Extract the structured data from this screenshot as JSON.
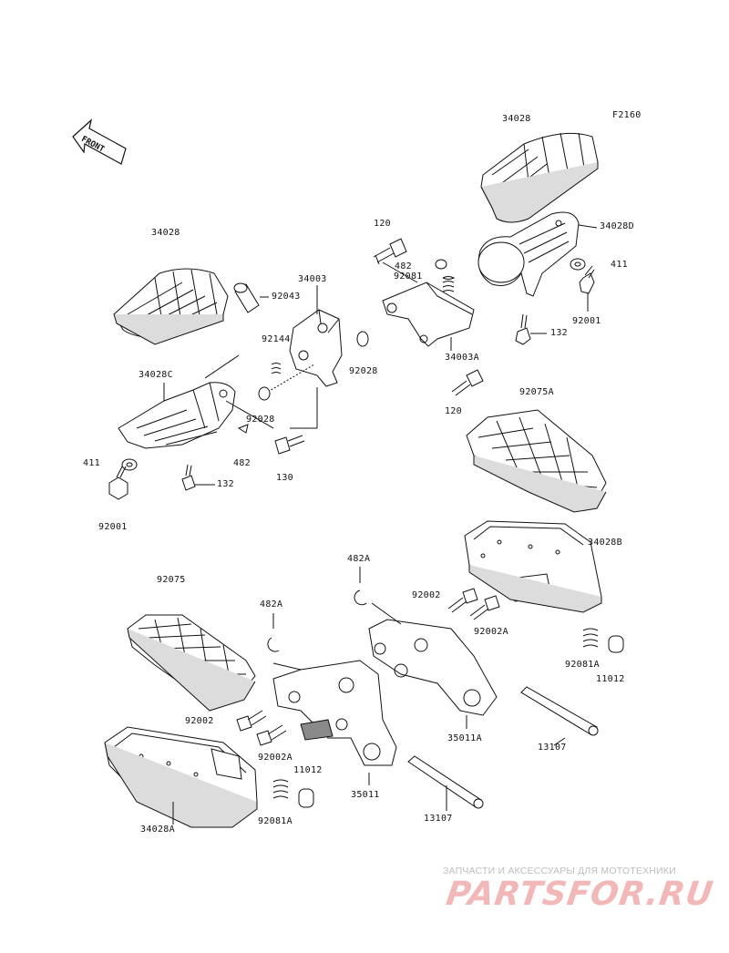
{
  "diagram_code": "F2160",
  "front_arrow_label": "FRONT",
  "labels": {
    "p34028_top": "34028",
    "p34028D": "34028D",
    "p411_right": "411",
    "p92001_right": "92001",
    "p132_right": "132",
    "p120_top": "120",
    "p482_top": "482",
    "p92081_top": "92081",
    "p34003A": "34003A",
    "p120_bottom": "120",
    "p92075A": "92075A",
    "p34028_left": "34028",
    "p92043": "92043",
    "p34003": "34003",
    "p92144": "92144",
    "p92028_right": "92028",
    "p34028C": "34028C",
    "p92028_left": "92028",
    "p482_left": "482",
    "p130": "130",
    "p411_left": "411",
    "p132_left": "132",
    "p92001_left": "92001",
    "p34028B": "34028B",
    "p482A_right": "482A",
    "p92002_right": "92002",
    "p92002A_right": "92002A",
    "p92075": "92075",
    "p482A_left": "482A",
    "p92081A_right": "92081A",
    "p11012_right": "11012",
    "p92002_left": "92002",
    "p92002A_left": "92002A",
    "p35011A": "35011A",
    "p13107_right": "13107",
    "p11012_left": "11012",
    "p35011": "35011",
    "p92081A_left": "92081A",
    "p13107_left": "13107",
    "p34028A": "34028A"
  },
  "watermark": {
    "subtitle": "ЗАПЧАСТИ И АКСЕССУАРЫ ДЛЯ МОТОТЕХНИКИ",
    "logo": "PARTSFOR.RU",
    "logo_color": "#f2b8b8"
  },
  "colors": {
    "line": "#111111",
    "part_fill": "#ffffff",
    "shade": "#dcdcdc",
    "dark": "#8a8a8a"
  }
}
